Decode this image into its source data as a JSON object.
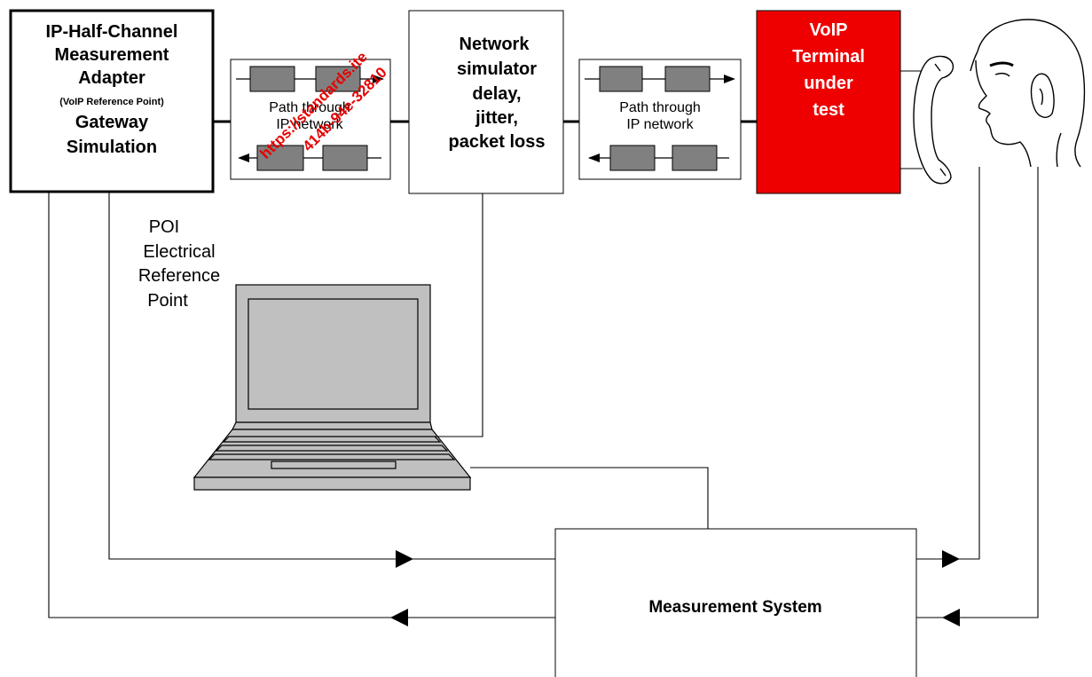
{
  "blocks": {
    "adapter": {
      "line1": "IP-Half-Channel",
      "line2": "Measurement",
      "line3": "Adapter",
      "line4": "(VoIP Reference Point)",
      "line5": "Gateway",
      "line6": "Simulation"
    },
    "path_left": {
      "line1": "Path through",
      "line2": "IP network"
    },
    "network_simulator": {
      "line1": "Network",
      "line2": "simulator",
      "line3": "delay,",
      "line4": "jitter,",
      "line5": "packet loss"
    },
    "path_right": {
      "line1": "Path through",
      "line2": "IP network"
    },
    "voip_terminal": {
      "line1": "VoIP",
      "line2": "Terminal",
      "line3": "under",
      "line4": "test"
    },
    "measurement_system": {
      "label": "Measurement System"
    }
  },
  "poi_label": {
    "line1": "POI",
    "line2": "Electrical",
    "line3": "Reference",
    "line4": "Point"
  },
  "watermark": {
    "line1": "https://standards.ite",
    "line2": "414b-94e-32810"
  },
  "colors": {
    "terminal_fill": "#ee0000",
    "packet_fill": "#808080",
    "laptop_fill": "#c0c0c0"
  },
  "icons": [
    "laptop-icon",
    "telephone-handset-icon",
    "person-head-icon",
    "arrow-right-icon",
    "arrow-left-icon"
  ]
}
